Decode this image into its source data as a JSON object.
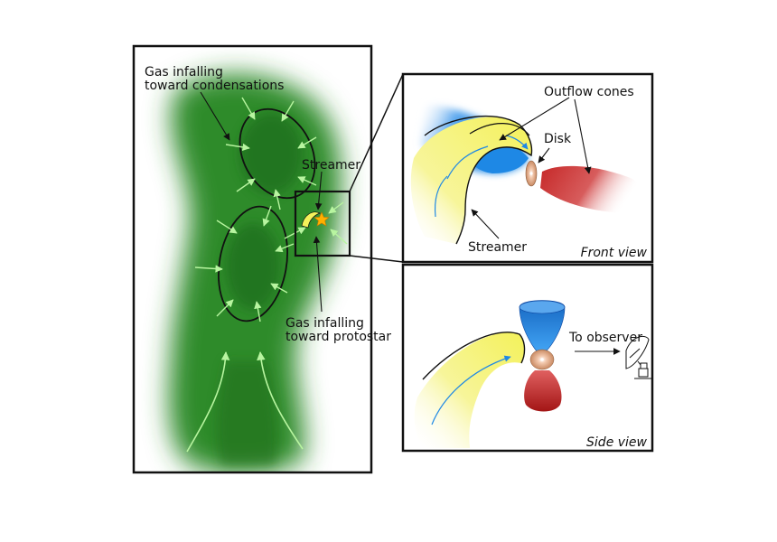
{
  "left_panel": {
    "label_gas_condensations_line1": "Gas infalling",
    "label_gas_condensations_line2": "toward condensations",
    "label_streamer": "Streamer",
    "label_gas_protostar_line1": "Gas infalling",
    "label_gas_protostar_line2": "toward protostar"
  },
  "front_view": {
    "label_outflow_cones": "Outflow cones",
    "label_disk": "Disk",
    "label_streamer": "Streamer",
    "caption": "Front view"
  },
  "side_view": {
    "label_to_observer": "To observer",
    "caption": "Side view"
  },
  "colors": {
    "cloud_green": "#2e8b2a",
    "infall_arrow": "#b8f5a0",
    "streamer_yellow": "#f4f15a",
    "outflow_blue": "#1e88e5",
    "outflow_red": "#c62828",
    "disk_tan": "#d9a27a",
    "protostar_star": "#ffb000"
  },
  "icons": [
    "telescope-dish-icon",
    "protostar-icon"
  ]
}
